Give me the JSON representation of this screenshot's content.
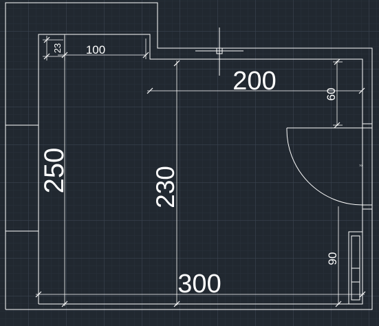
{
  "app": {
    "canvas": "cad-model-space"
  },
  "colors": {
    "background": "#212830",
    "grid_major": "#3a4450",
    "grid_minor": "#28303a",
    "linework": "#ffffff"
  },
  "dimensions": {
    "top_small_a": "23",
    "top_small_b": "100",
    "top_right": "200",
    "right_upper": "60",
    "left_total": "250",
    "inner_height": "230",
    "right_lower": "90",
    "bottom_total": "300"
  },
  "cursor": {
    "icon": "crosshair-cursor-icon"
  }
}
